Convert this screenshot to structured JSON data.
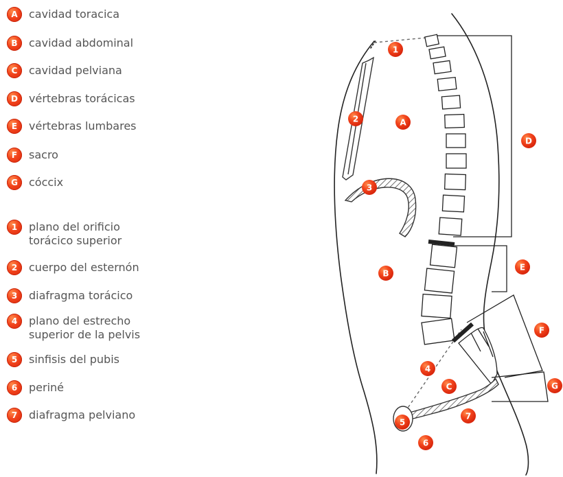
{
  "legend_letters": [
    {
      "badge": "A",
      "label": "cavidad toracica"
    },
    {
      "badge": "B",
      "label": "cavidad abdominal"
    },
    {
      "badge": "C",
      "label": "cavidad pelviana"
    },
    {
      "badge": "D",
      "label": "vértebras torácicas"
    },
    {
      "badge": "E",
      "label": "vértebras lumbares"
    },
    {
      "badge": "F",
      "label": "sacro"
    },
    {
      "badge": "G",
      "label": "cóccix"
    }
  ],
  "legend_numbers": [
    {
      "badge": "1",
      "label": "plano del orificio\ntorácico superior"
    },
    {
      "badge": "2",
      "label": "cuerpo del esternón"
    },
    {
      "badge": "3",
      "label": "diafragma torácico"
    },
    {
      "badge": "4",
      "label": "plano del estrecho\nsuperior de la pelvis"
    },
    {
      "badge": "5",
      "label": "sinfisis del pubis"
    },
    {
      "badge": "6",
      "label": "periné"
    },
    {
      "badge": "7",
      "label": "diafragma pelviano"
    }
  ],
  "diagram_markers": [
    "1",
    "2",
    "A",
    "3",
    "D",
    "B",
    "E",
    "F",
    "4",
    "C",
    "G",
    "5",
    "7",
    "6"
  ],
  "colors": {
    "badge": "#f2441c",
    "text": "#555555",
    "line": "#222222"
  }
}
